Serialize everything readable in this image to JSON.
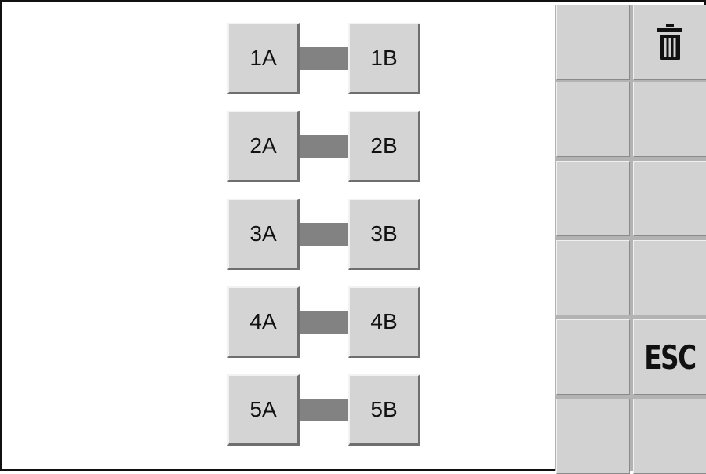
{
  "pairs": [
    {
      "a_label": "1A",
      "b_label": "1B"
    },
    {
      "a_label": "2A",
      "b_label": "2B"
    },
    {
      "a_label": "3A",
      "b_label": "3B"
    },
    {
      "a_label": "4A",
      "b_label": "4B"
    },
    {
      "a_label": "5A",
      "b_label": "5B"
    }
  ],
  "side_panel": {
    "delete_icon": "trash-icon",
    "escape_label": "ESC"
  },
  "colors": {
    "button_face": "#d4d4d4",
    "link_bar": "#828282",
    "panel_background": "#b3b3b3",
    "border": "#111111"
  }
}
